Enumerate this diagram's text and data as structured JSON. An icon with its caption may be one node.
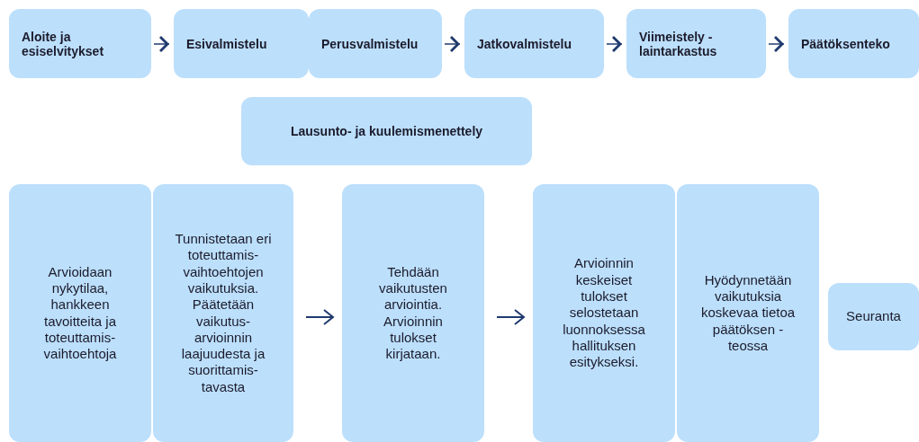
{
  "diagram": {
    "nodes": [
      {
        "text": [
          "Aloite ja esiselvitykset"
        ]
      },
      {
        "text": [
          "Esivalmistelu"
        ]
      },
      {
        "text": [
          "Perusvalmistelu"
        ]
      },
      {
        "text": [
          "Jatkovalmistelu"
        ]
      },
      {
        "text": [
          "Viimeistely -laintarkastus"
        ]
      },
      {
        "text": [
          "Päätöksenteko"
        ]
      },
      {
        "text": [
          "Lausunto- ja kuulemismenettely"
        ]
      },
      {
        "text": [
          "Arvioidaan nykytilaa, hankkeen tavoitteita ja toteuttamis-vaihtoehtoja"
        ]
      },
      {
        "text": [
          "Tunnistetaan eri toteuttamis-vaihtoehtojen vaikutuksia. Päätetään vaikutus-arvioinnin laajuudesta ja suorittamis-tavasta"
        ]
      },
      {
        "text": [
          "Tehdään vaikutusten arviointia. Arvioinnin tulokset kirjataan."
        ]
      },
      {
        "text": [
          "Arvioinnin keskeiset tulokset selostetaan luonnoksessa hallituksen esitykseksi."
        ]
      },
      {
        "text": [
          "Hyödynnetään vaikutuksia koskevaa tietoa päätöksen -teossa"
        ]
      },
      {
        "text": [
          "Seuranta"
        ]
      }
    ],
    "edges": [
      {
        "from": 0,
        "to": 1,
        "arrow": "to"
      },
      {
        "from": 2,
        "to": 3,
        "arrow": "to"
      },
      {
        "from": 3,
        "to": 4,
        "arrow": "to"
      },
      {
        "from": 4,
        "to": 5,
        "arrow": "to"
      },
      {
        "from": 8,
        "to": 9,
        "arrow": "to"
      },
      {
        "from": 9,
        "to": 10,
        "arrow": "to"
      }
    ]
  }
}
